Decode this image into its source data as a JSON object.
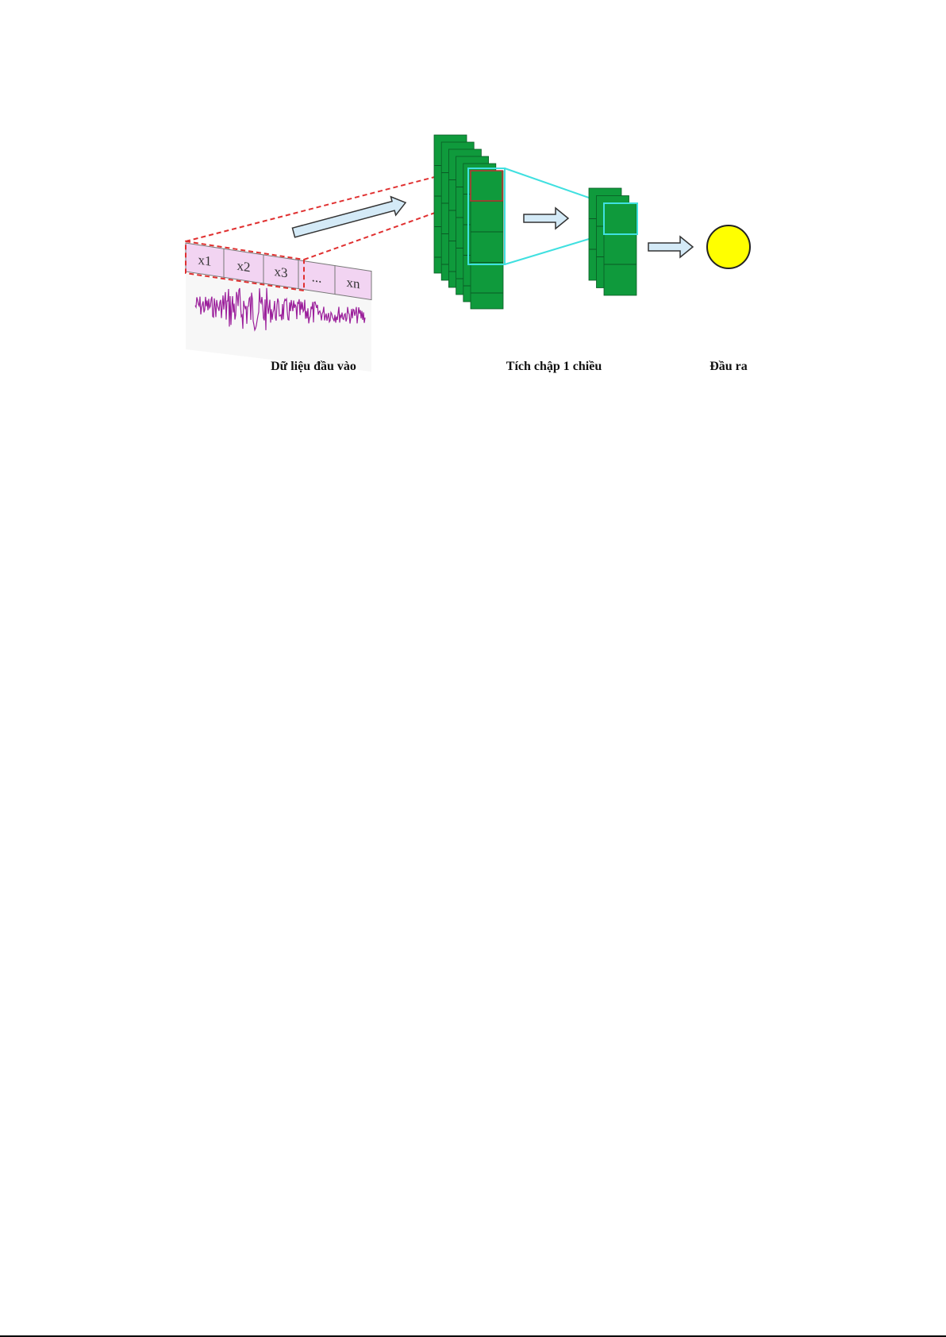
{
  "input": {
    "cells": [
      "x1",
      "x2",
      "x3",
      "...",
      "xn"
    ],
    "label": "Dữ liệu đầu vào"
  },
  "conv": {
    "label": "Tích chập 1 chiều"
  },
  "output": {
    "label": "Đầu ra"
  },
  "colors": {
    "feature_map": "#0f9a3c",
    "cell_fill": "#f2d4f2",
    "signal": "#9b1f9b",
    "receptive_field": "#e03030",
    "projection": "#40e0e0",
    "arrow_fill": "#d4eaf7",
    "output_node": "#ffff00"
  }
}
